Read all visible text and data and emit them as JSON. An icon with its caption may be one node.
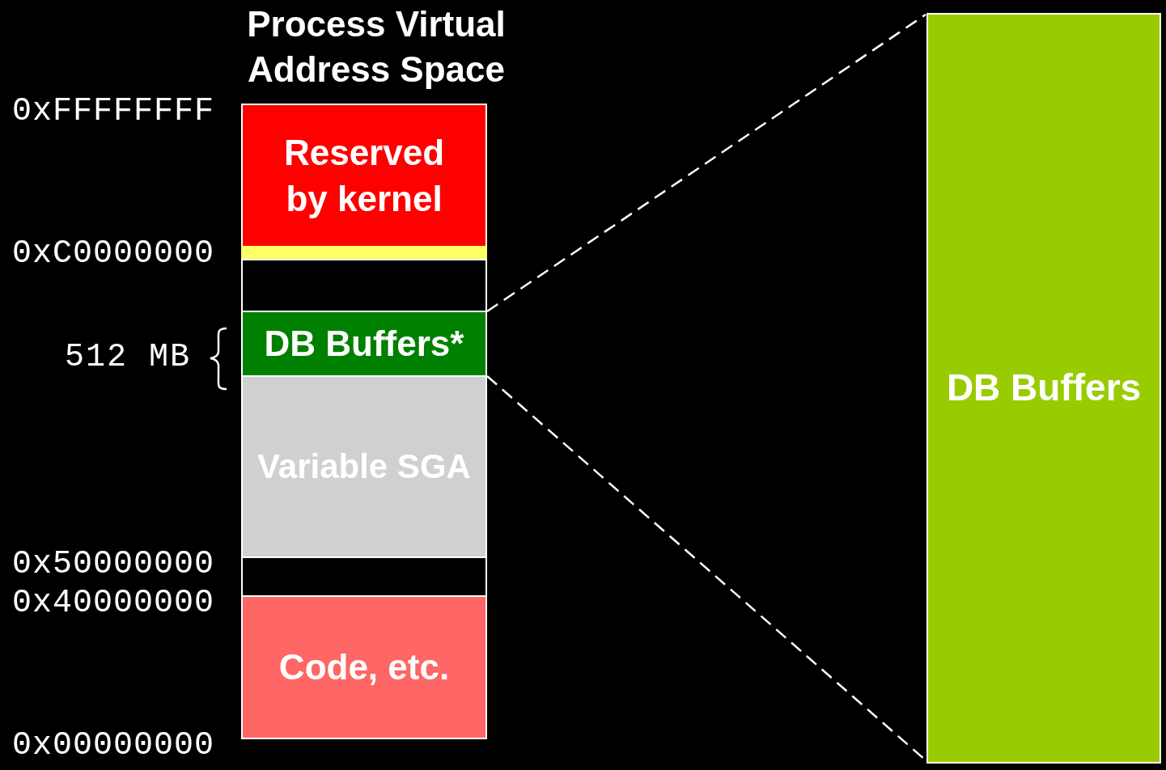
{
  "diagram": {
    "title": "Process Virtual Address Space",
    "nodes": [
      {
        "text": [
          "Reserved by kernel"
        ]
      },
      {
        "text": [],
        "shape": "bar"
      },
      {
        "text": [],
        "shape": "box"
      },
      {
        "text": [
          "DB Buffers*"
        ]
      },
      {
        "text": [
          "Variable SGA"
        ]
      },
      {
        "text": [],
        "shape": "box"
      },
      {
        "text": [
          "Code, etc."
        ]
      },
      {
        "text": [
          "DB Buffers"
        ]
      }
    ],
    "edges": [
      {
        "from": 3,
        "to": 7,
        "arrow": "none",
        "style": "dashed"
      },
      {
        "from": 3,
        "to": 7,
        "arrow": "none",
        "style": "dashed"
      }
    ],
    "labels": [
      "0xFFFFFFFF",
      "0xC0000000",
      "512 MB",
      "0x50000000",
      "0x40000000",
      "0x00000000"
    ]
  }
}
